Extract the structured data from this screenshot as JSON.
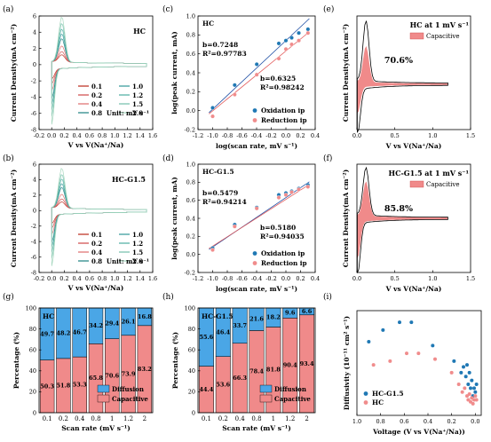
{
  "colors": {
    "teal": "#1f7f86",
    "red": "#e33b3b",
    "diffusion": "#4aa6e6",
    "capacitive": "#f08a8a",
    "oxidation": "#1f78b4",
    "reduction": "#f08c8c",
    "fit_blue": "#1f4fa5",
    "fit_red": "#e35b5b"
  },
  "chart_data": [
    {
      "id": "a",
      "panel_label": "(a)",
      "type": "line",
      "tag": "HC",
      "xlabel": "V vs V(Na⁺/Na)",
      "ylabel": "Current Density(mA cm⁻²)",
      "xlim": [
        -0.2,
        1.6
      ],
      "ylim": [
        -8,
        6
      ],
      "xticks": [
        "-0.2",
        "0.0",
        "0.2",
        "0.4",
        "0.6",
        "0.8",
        "1.0",
        "1.2",
        "1.4",
        "1.6"
      ],
      "yticks": [
        "-8",
        "-6",
        "-4",
        "-2",
        "0",
        "2",
        "4",
        "6"
      ],
      "legend_title": "Unit: mV s⁻¹",
      "series": [
        {
          "name": "0.1",
          "color": "#c0392b",
          "peak": 0.9,
          "trough": -1.2
        },
        {
          "name": "0.2",
          "color": "#d35454",
          "peak": 1.3,
          "trough": -1.8
        },
        {
          "name": "0.4",
          "color": "#e07777",
          "peak": 2.0,
          "trough": -2.6
        },
        {
          "name": "0.8",
          "color": "#2c8a8a",
          "peak": 2.9,
          "trough": -3.6
        },
        {
          "name": "1.0",
          "color": "#3e9e9e",
          "peak": 3.5,
          "trough": -4.3
        },
        {
          "name": "1.2",
          "color": "#58b2a8",
          "peak": 4.1,
          "trough": -5.0
        },
        {
          "name": "1.5",
          "color": "#7cc4b0",
          "peak": 4.8,
          "trough": -5.8
        },
        {
          "name": "2.0",
          "color": "#a7d7bf",
          "peak": 5.6,
          "trough": -6.8
        }
      ]
    },
    {
      "id": "b",
      "panel_label": "(b)",
      "type": "line",
      "tag": "HC-G1.5",
      "xlabel": "V vs V(Na⁺/Na)",
      "ylabel": "Current Density(mA cm⁻²)",
      "xlim": [
        -0.2,
        1.6
      ],
      "ylim": [
        -8,
        6
      ],
      "xticks": [
        "-0.2",
        "0.0",
        "0.2",
        "0.4",
        "0.6",
        "0.8",
        "1.0",
        "1.2",
        "1.4",
        "1.6"
      ],
      "yticks": [
        "-8",
        "-6",
        "-4",
        "-2",
        "0",
        "2",
        "4",
        "6"
      ],
      "legend_title": "Unit: mV s⁻¹",
      "series": [
        {
          "name": "0.1",
          "color": "#c0392b",
          "peak": 0.8,
          "trough": -1.1
        },
        {
          "name": "0.2",
          "color": "#d35454",
          "peak": 1.2,
          "trough": -1.7
        },
        {
          "name": "0.4",
          "color": "#e07777",
          "peak": 1.8,
          "trough": -2.5
        },
        {
          "name": "0.8",
          "color": "#2c8a8a",
          "peak": 2.7,
          "trough": -3.5
        },
        {
          "name": "1.0",
          "color": "#3e9e9e",
          "peak": 3.2,
          "trough": -4.1
        },
        {
          "name": "1.2",
          "color": "#58b2a8",
          "peak": 3.8,
          "trough": -4.8
        },
        {
          "name": "1.5",
          "color": "#7cc4b0",
          "peak": 4.4,
          "trough": -5.6
        },
        {
          "name": "2.0",
          "color": "#a7d7bf",
          "peak": 5.2,
          "trough": -6.6
        }
      ]
    },
    {
      "id": "c",
      "panel_label": "(c)",
      "type": "scatter",
      "tag": "HC",
      "xlabel": "log(scan rate, mV s⁻¹)",
      "ylabel": "log(peak current, mA)",
      "xlim": [
        -1.2,
        0.4
      ],
      "ylim": [
        -0.2,
        1.0
      ],
      "xticks": [
        "-1.2",
        "-1.0",
        "-0.8",
        "-0.6",
        "-0.4",
        "-0.2",
        "0.0",
        "0.2",
        "0.4"
      ],
      "yticks": [
        "-0.2",
        "0.0",
        "0.2",
        "0.4",
        "0.6",
        "0.8",
        "1.0"
      ],
      "x": [
        -1.0,
        -0.699,
        -0.398,
        -0.097,
        0.0,
        0.079,
        0.176,
        0.301
      ],
      "series": [
        {
          "name": "Oxidation ip",
          "values": [
            0.03,
            0.27,
            0.49,
            0.71,
            0.74,
            0.77,
            0.82,
            0.86
          ]
        },
        {
          "name": "Reduction ip",
          "values": [
            -0.06,
            0.17,
            0.38,
            0.55,
            0.65,
            0.7,
            0.74,
            0.82
          ]
        }
      ],
      "fits": [
        {
          "b_text": "b=0.7248",
          "r2_text": "R²=0.97783",
          "intercept": 0.74,
          "slope": 0.7248
        },
        {
          "b_text": "b=0.6325",
          "r2_text": "R²=0.98242",
          "intercept": 0.63,
          "slope": 0.6325
        }
      ]
    },
    {
      "id": "d",
      "panel_label": "(d)",
      "type": "scatter",
      "tag": "HC-G1.5",
      "xlabel": "log(scan rate, mV s⁻¹)",
      "ylabel": "log(peak current, mA)",
      "xlim": [
        -1.2,
        0.4
      ],
      "ylim": [
        -0.2,
        1.0
      ],
      "xticks": [
        "-1.2",
        "-1.0",
        "-0.8",
        "-0.6",
        "-0.4",
        "-0.2",
        "0.0",
        "0.2",
        "0.4"
      ],
      "yticks": [
        "-0.2",
        "0.0",
        "0.2",
        "0.4",
        "0.6",
        "0.8",
        "1.0"
      ],
      "x": [
        -1.0,
        -0.699,
        -0.398,
        -0.097,
        0.0,
        0.079,
        0.176,
        0.301
      ],
      "series": [
        {
          "name": "Oxidation ip",
          "values": [
            0.07,
            0.33,
            0.52,
            0.66,
            0.68,
            0.7,
            0.73,
            0.77
          ]
        },
        {
          "name": "Reduction ip",
          "values": [
            0.05,
            0.31,
            0.51,
            0.63,
            0.66,
            0.69,
            0.72,
            0.75
          ]
        }
      ],
      "fits": [
        {
          "b_text": "b=0.5479",
          "r2_text": "R²=0.94214",
          "intercept": 0.63,
          "slope": 0.5479
        },
        {
          "b_text": "b=0.5180",
          "r2_text": "R²=0.94035",
          "intercept": 0.61,
          "slope": 0.518
        }
      ]
    },
    {
      "id": "e",
      "panel_label": "(e)",
      "type": "area",
      "tag": "HC at 1 mV s⁻¹",
      "xlabel": "V vs V(Na⁺/Na)",
      "ylabel": "Current Density(mA cm⁻²)",
      "xlim": [
        0,
        1.5
      ],
      "ylim": [
        -4,
        6
      ],
      "xticks": [
        "0.0",
        "0.5",
        "1.0",
        "1.5"
      ],
      "yticks": [],
      "legend": "Capacitive",
      "percent_label": "70.6%",
      "capacitive_percent": 70.6,
      "peak": 5.3,
      "trough": -3.8
    },
    {
      "id": "f",
      "panel_label": "(f)",
      "type": "area",
      "tag": "HC-G1.5 at 1 mV s⁻¹",
      "xlabel": "V vs V(Na⁺/Na)",
      "ylabel": "Current Density(mA cm⁻²)",
      "xlim": [
        0,
        1.5
      ],
      "ylim": [
        -5,
        5
      ],
      "xticks": [
        "0.0",
        "0.5",
        "1.0",
        "1.5"
      ],
      "yticks": [],
      "legend": "Capacitive",
      "percent_label": "85.8%",
      "capacitive_percent": 85.8,
      "peak": 4.4,
      "trough": -4.6
    },
    {
      "id": "g",
      "panel_label": "(g)",
      "type": "bar",
      "tag": "HC",
      "xlabel": "Scan rate (mV s⁻¹)",
      "ylabel": "Percentage (%)",
      "ylim": [
        0,
        100
      ],
      "yticks": [
        "0",
        "20",
        "40",
        "60",
        "80",
        "100"
      ],
      "categories": [
        "0.1",
        "0.2",
        "0.4",
        "0.8",
        "1",
        "1.2",
        "2"
      ],
      "series": [
        {
          "name": "Capacitive",
          "values": [
            50.3,
            51.8,
            53.3,
            65.8,
            70.6,
            73.9,
            83.2
          ]
        },
        {
          "name": "Diffusion",
          "values": [
            49.7,
            48.2,
            46.7,
            34.2,
            29.4,
            26.1,
            16.8
          ]
        }
      ]
    },
    {
      "id": "h",
      "panel_label": "(h)",
      "type": "bar",
      "tag": "HC-G1.5",
      "xlabel": "Scan rate (mV s⁻¹)",
      "ylabel": "Percentage (%)",
      "ylim": [
        0,
        100
      ],
      "yticks": [
        "0",
        "20",
        "40",
        "60",
        "80",
        "100"
      ],
      "categories": [
        "0.1",
        "0.2",
        "0.4",
        "0.8",
        "1",
        "1.2",
        "2"
      ],
      "series": [
        {
          "name": "Capacitive",
          "values": [
            44.4,
            53.6,
            66.3,
            78.4,
            81.8,
            90.4,
            93.4
          ]
        },
        {
          "name": "Diffusion",
          "values": [
            55.6,
            46.4,
            33.7,
            21.6,
            18.2,
            9.6,
            6.6
          ]
        }
      ]
    },
    {
      "id": "i",
      "panel_label": "(i)",
      "type": "scatter",
      "tag": "",
      "xlabel": "Voltage (V vs V(Na⁺/Na))",
      "ylabel": "Diffusivity (10⁻¹¹ cm² s⁻¹)",
      "xlim": [
        1.0,
        -0.05
      ],
      "ylim": [
        0.5,
        3.2
      ],
      "xticks": [
        "1.0",
        "0.8",
        "0.6",
        "0.4",
        "0.2",
        "0.0"
      ],
      "yticks": [],
      "series": [
        {
          "name": "HC-G1.5",
          "points": [
            [
              0.9,
              2.4
            ],
            [
              0.78,
              2.7
            ],
            [
              0.64,
              2.9
            ],
            [
              0.54,
              2.9
            ],
            [
              0.36,
              2.3
            ],
            [
              0.18,
              1.9
            ],
            [
              0.12,
              1.6
            ],
            [
              0.1,
              1.75
            ],
            [
              0.08,
              1.5
            ],
            [
              0.07,
              1.8
            ],
            [
              0.06,
              1.3
            ],
            [
              0.05,
              1.6
            ],
            [
              0.04,
              1.2
            ],
            [
              0.03,
              1.4
            ],
            [
              0.02,
              1.0
            ],
            [
              0.01,
              1.2
            ],
            [
              0.0,
              1.1
            ],
            [
              -0.01,
              1.3
            ]
          ]
        },
        {
          "name": "HC",
          "points": [
            [
              0.86,
              1.8
            ],
            [
              0.72,
              1.9
            ],
            [
              0.58,
              2.1
            ],
            [
              0.48,
              2.1
            ],
            [
              0.34,
              1.95
            ],
            [
              0.2,
              1.6
            ],
            [
              0.14,
              1.3
            ],
            [
              0.11,
              1.1
            ],
            [
              0.09,
              1.2
            ],
            [
              0.07,
              1.0
            ],
            [
              0.06,
              0.9
            ],
            [
              0.05,
              1.05
            ],
            [
              0.04,
              0.85
            ],
            [
              0.03,
              0.95
            ],
            [
              0.02,
              0.8
            ],
            [
              0.01,
              0.9
            ],
            [
              0.0,
              1.0
            ],
            [
              -0.01,
              0.9
            ]
          ]
        }
      ]
    }
  ]
}
